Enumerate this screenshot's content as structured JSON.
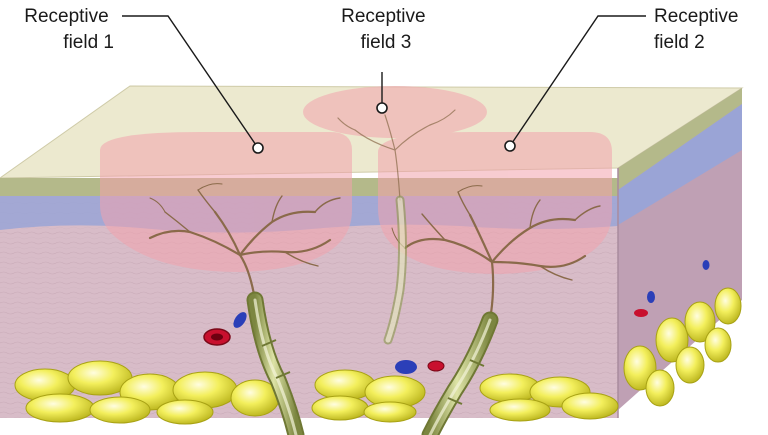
{
  "labels": {
    "field1": [
      "Receptive",
      "field 1"
    ],
    "field2": [
      "Receptive",
      "field 2"
    ],
    "field3": [
      "Receptive",
      "field 3"
    ]
  },
  "colors": {
    "skin_top": "#ece9cf",
    "epidermis_green": "#b4b98a",
    "dermis_blue": "#9aa4d6",
    "dermis": "#d8bcc8",
    "side_dermis": "#bfa0b4",
    "receptive_field": "#f2a3ad",
    "fat": "#ece84a",
    "nerve": "#b9c27a",
    "branch": "#8a6a4a",
    "vessel_red": "#c8102e",
    "vessel_blue": "#2b3fb8"
  },
  "icons": [
    "marker-dot-icon",
    "leader-line-icon"
  ]
}
